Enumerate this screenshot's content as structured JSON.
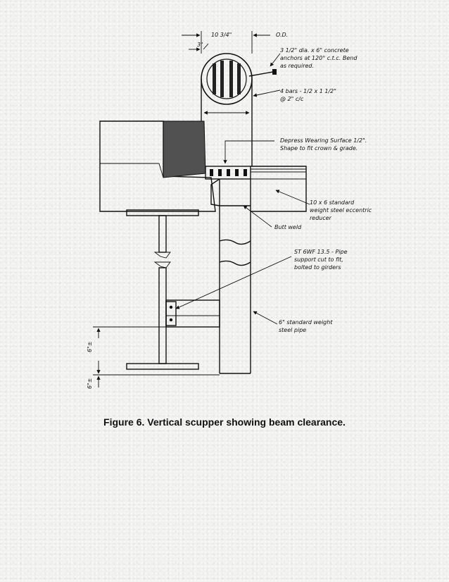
{
  "annotations": {
    "dim_width": "10 3/4\"",
    "dim_od": "O.D.",
    "dim_gap": "3\"",
    "anchors": [
      "3 1/2\" dia. x 6\" concrete",
      "anchors at 120° c.t.c. Bend",
      "as required."
    ],
    "bars": [
      "4 bars - 1/2 x 1 1/2\"",
      "@ 2\" c/c"
    ],
    "depress": [
      "Depress Wearing Surface 1/2\".",
      "Shape to fit crown & grade."
    ],
    "reducer": [
      "10 x 6 standard",
      "weight steel eccentric",
      "reducer"
    ],
    "butt_weld": "Butt weld",
    "support": [
      "ST 6WF 13.5 - Pipe",
      "support cut to fit,",
      "bolted to girders"
    ],
    "pipe": [
      "6\" standard weight",
      "steel pipe"
    ],
    "clear_upper": "6\"±",
    "clear_lower": "6\"±"
  },
  "caption": "Figure 6. Vertical scupper showing beam clearance."
}
